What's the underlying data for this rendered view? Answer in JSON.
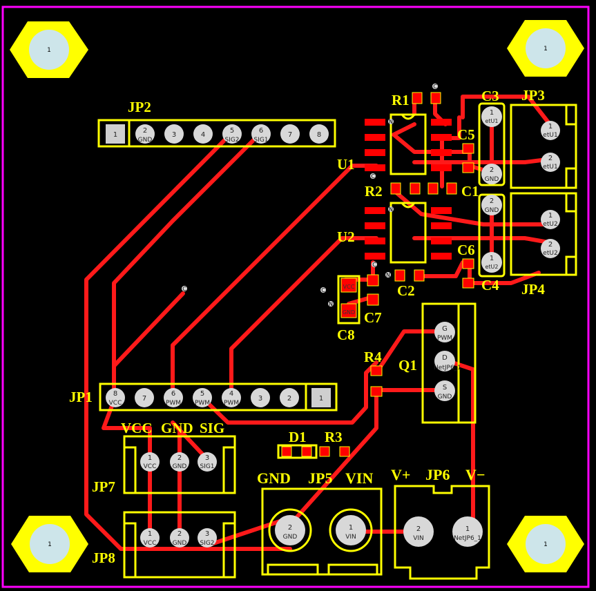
{
  "components": {
    "jp1": "JP1",
    "jp2": "JP2",
    "jp3": "JP3",
    "jp4": "JP4",
    "jp5": "JP5",
    "jp6": "JP6",
    "jp7": "JP7",
    "jp8": "JP8",
    "u1": "U1",
    "u2": "U2",
    "q1": "Q1",
    "r1": "R1",
    "r2": "R2",
    "r3": "R3",
    "r4": "R4",
    "c1": "C1",
    "c2": "C2",
    "c3": "C3",
    "c4": "C4",
    "c5": "C5",
    "c6": "C6",
    "c7": "C7",
    "c8": "C8",
    "d1": "D1"
  },
  "silkscreen": {
    "vcc": "VCC",
    "gnd": "GND",
    "sig": "SIG",
    "gnd_jp5": "GND",
    "vin_jp5": "VIN",
    "vplus": "V+",
    "vminus": "V−"
  },
  "mount_holes": {
    "label": "1"
  },
  "jp2_pins": [
    {
      "n": "1",
      "net": ""
    },
    {
      "n": "2",
      "net": "GND"
    },
    {
      "n": "3",
      "net": ""
    },
    {
      "n": "4",
      "net": ""
    },
    {
      "n": "5",
      "net": "SIG2"
    },
    {
      "n": "6",
      "net": "SIG1"
    },
    {
      "n": "7",
      "net": ""
    },
    {
      "n": "8",
      "net": ""
    }
  ],
  "jp1_pins": [
    {
      "n": "8",
      "net": "VCC"
    },
    {
      "n": "7",
      "net": ""
    },
    {
      "n": "6",
      "net": "PWM"
    },
    {
      "n": "5",
      "net": "PWM"
    },
    {
      "n": "4",
      "net": "PWM"
    },
    {
      "n": "3",
      "net": ""
    },
    {
      "n": "2",
      "net": ""
    },
    {
      "n": "1",
      "net": ""
    }
  ],
  "jp3_pins": [
    {
      "n": "1",
      "net": "etU1"
    },
    {
      "n": "2",
      "net": "etU1"
    }
  ],
  "jp4_pins": [
    {
      "n": "1",
      "net": "etU2"
    },
    {
      "n": "2",
      "net": "etU2"
    }
  ],
  "c3_pins": [
    {
      "n": "1",
      "net": "etU1"
    },
    {
      "n": "2",
      "net": "GND"
    }
  ],
  "c4_pins": [
    {
      "n": "2",
      "net": "GND"
    },
    {
      "n": "1",
      "net": "etU2"
    }
  ],
  "q1_pins": [
    {
      "n": "G",
      "net": "PWM"
    },
    {
      "n": "D",
      "net": "NetJP6_1"
    },
    {
      "n": "S",
      "net": "GND"
    }
  ],
  "jp7_pins": [
    {
      "n": "1",
      "net": "VCC"
    },
    {
      "n": "2",
      "net": "GND"
    },
    {
      "n": "3",
      "net": "SIG1"
    }
  ],
  "jp8_pins": [
    {
      "n": "1",
      "net": "VCC"
    },
    {
      "n": "2",
      "net": "GND"
    },
    {
      "n": "3",
      "net": "SIG2"
    }
  ],
  "jp5_pins": [
    {
      "n": "2",
      "net": "GND"
    },
    {
      "n": "1",
      "net": "VIN"
    }
  ],
  "jp6_pins": [
    {
      "n": "2",
      "net": "VIN"
    },
    {
      "n": "1",
      "net": "NetJP6_1"
    }
  ],
  "c7_pad": "VCC",
  "c8_pad": "GND",
  "pad_markers": {
    "c": "C",
    "n": "N"
  },
  "colors": {
    "board": "#000000",
    "trace": "#ff1a1a",
    "silk": "#ffff00",
    "edge": "#ff00ff",
    "pad": "#d8d8d8"
  }
}
